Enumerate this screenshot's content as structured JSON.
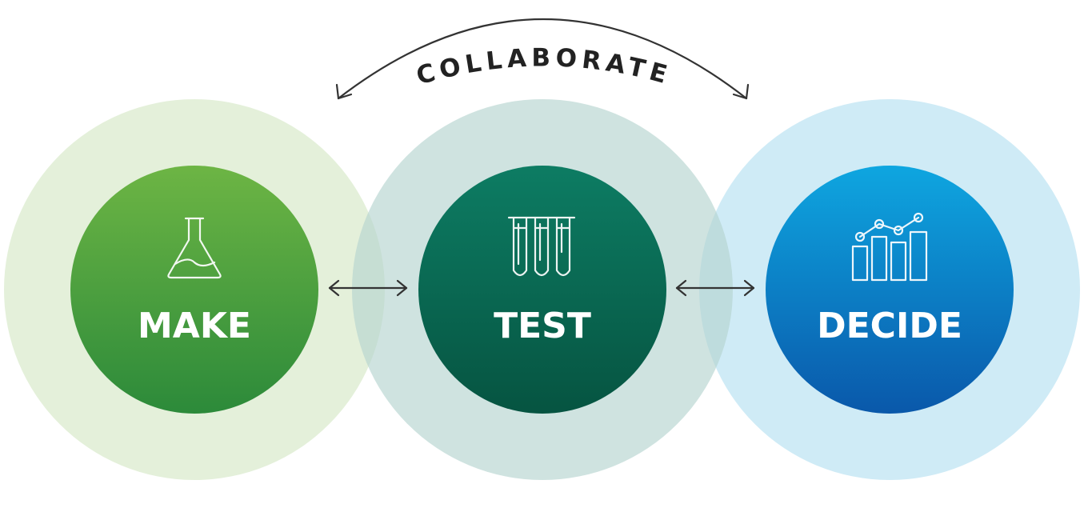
{
  "diagram": {
    "arc_label": "COLLABORATE",
    "stages": [
      {
        "id": "make",
        "label": "MAKE",
        "icon": "flask-icon",
        "halo_color": "#e3efd8",
        "inner_color_top": "#6db544",
        "inner_color_bottom": "#2c8a3a"
      },
      {
        "id": "test",
        "label": "TEST",
        "icon": "test-tubes-icon",
        "halo_color": "#cfe3e1",
        "inner_color_top": "#0d7c63",
        "inner_color_bottom": "#065441"
      },
      {
        "id": "decide",
        "label": "DECIDE",
        "icon": "bar-chart-icon",
        "halo_color": "#cdeaf6",
        "inner_color_top": "#0ea6e0",
        "inner_color_bottom": "#0a58aa"
      }
    ],
    "connector_color": "#333333"
  }
}
